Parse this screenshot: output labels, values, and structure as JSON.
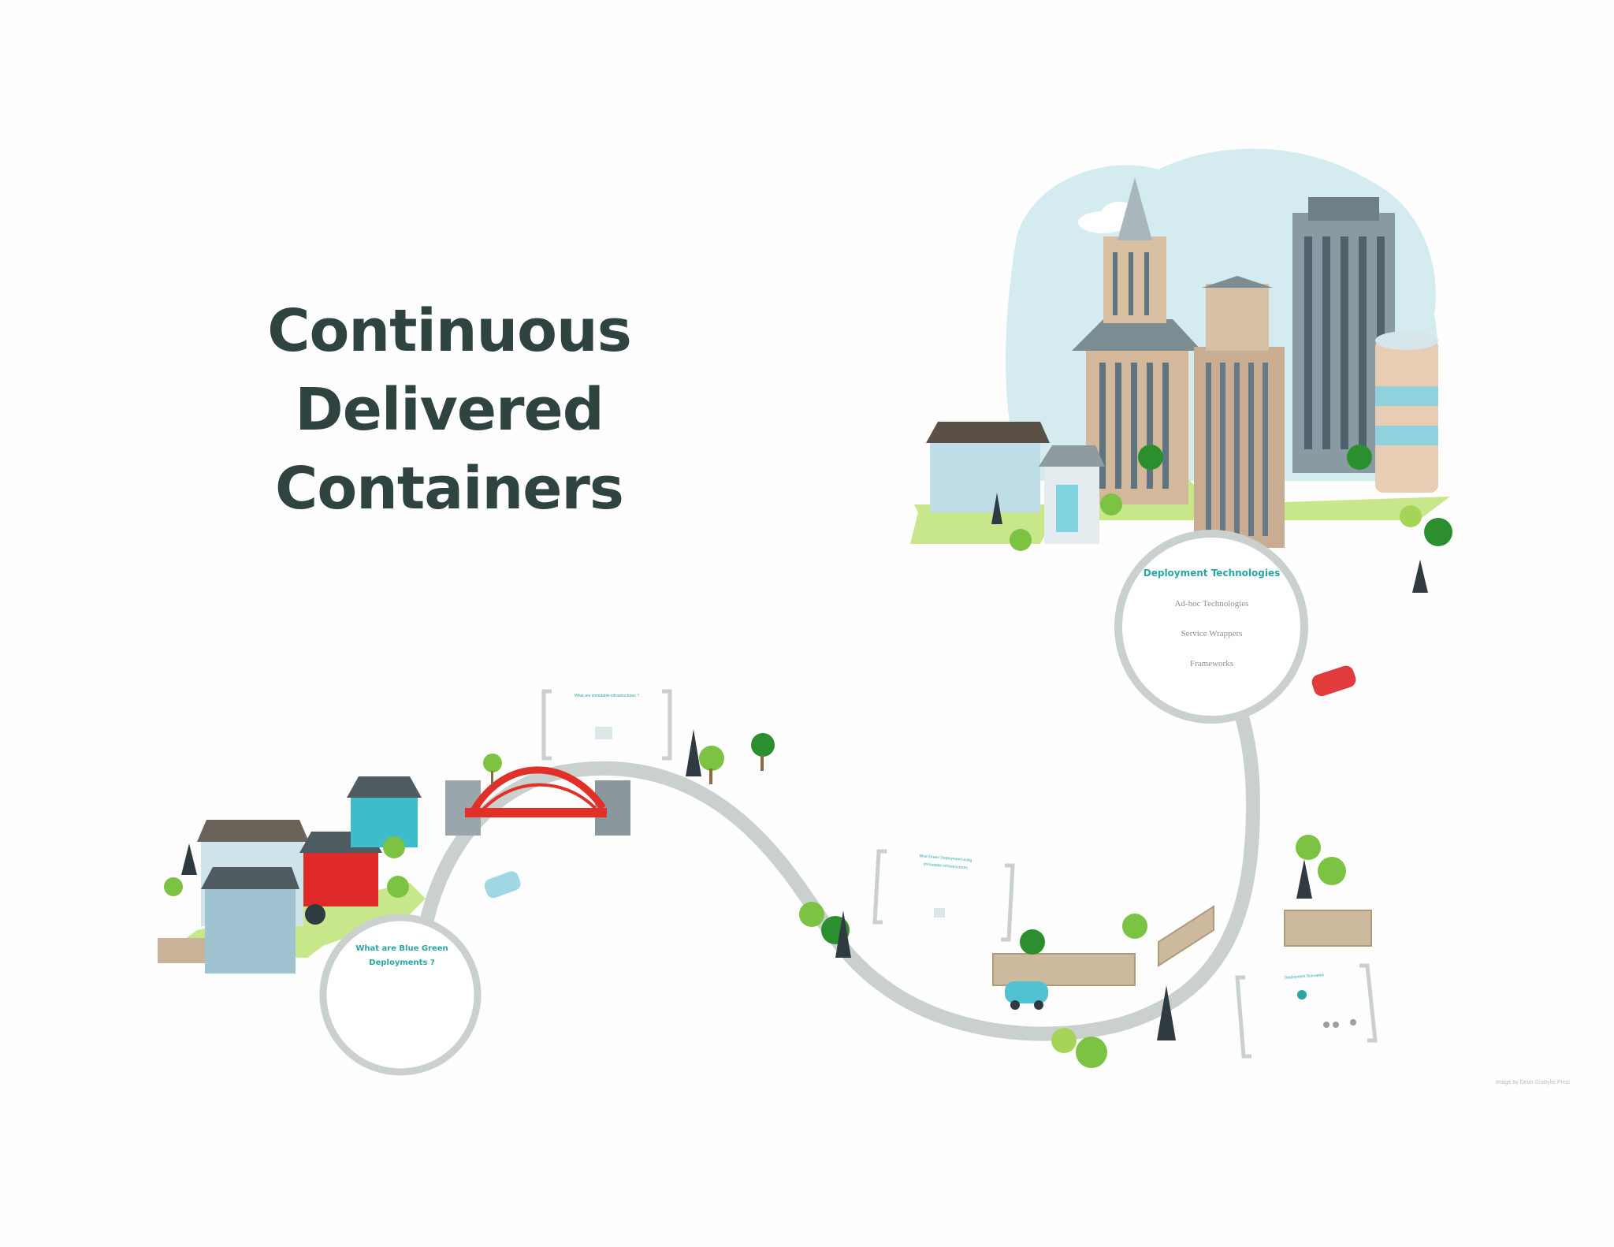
{
  "title": {
    "line1": "Continuous Delivered",
    "line2": "Containers"
  },
  "frames": {
    "deployment_technologies": {
      "label": "Deployment Technologies",
      "items": [
        "Ad-hoc Technologies",
        "Service Wrappers",
        "Frameworks"
      ]
    },
    "blue_green": {
      "label_line1": "What are Blue Green",
      "label_line2": "Deployments ?"
    },
    "immutable": {
      "label": "What are immutable infrastructures ?"
    },
    "blue_green_immutable": {
      "label_line1": "Blue Green Deployment using",
      "label_line2": "immutable infrastructures"
    },
    "scenarios": {
      "label": "Deployment Scenarios"
    }
  },
  "credit": "Image by Dean Grabyke Prezi",
  "colors": {
    "title": "#2f4340",
    "accent": "#2aa5a5",
    "road": "#c9d0ce",
    "sky": "#d4ecf0",
    "grass": "#c8e68a",
    "tree": "#7cc243",
    "bridge": "#e03028"
  }
}
